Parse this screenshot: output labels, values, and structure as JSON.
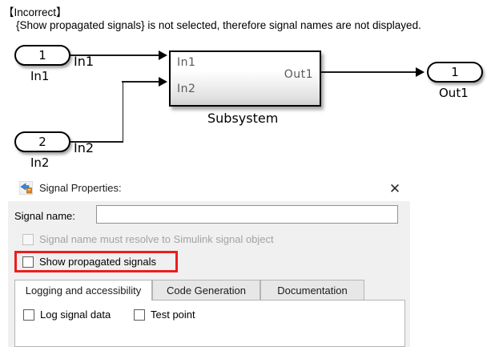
{
  "caption": {
    "heading": "【Incorrect】",
    "body": "{Show propagated signals} is not selected, therefore signal names are not displayed."
  },
  "diagram": {
    "type": "simulink-block-diagram",
    "inport1": {
      "number": "1",
      "caption": "In1",
      "signal_label": "In1"
    },
    "inport2": {
      "number": "2",
      "caption": "In2",
      "signal_label": "In2"
    },
    "subsystem": {
      "caption": "Subsystem",
      "input_ports": [
        "In1",
        "In2"
      ],
      "output_ports": [
        "Out1"
      ]
    },
    "outport1": {
      "number": "1",
      "caption": "Out1"
    }
  },
  "dialog": {
    "icon_name": "signal-properties-icon",
    "title": "Signal Properties:",
    "close_label": "✕",
    "signal_name_label": "Signal name:",
    "signal_name_value": "",
    "signal_name_placeholder": "",
    "resolve_checkbox": {
      "label": "Signal name must resolve to Simulink signal object",
      "checked": false,
      "enabled": false
    },
    "show_propagated_checkbox": {
      "label": "Show propagated signals",
      "checked": false,
      "enabled": true,
      "highlight_color": "#ee1c1c"
    },
    "tabs": [
      {
        "label": "Logging and accessibility",
        "active": true
      },
      {
        "label": "Code Generation",
        "active": false
      },
      {
        "label": "Documentation",
        "active": false
      }
    ],
    "panel": {
      "log_signal_data": {
        "label": "Log signal data",
        "checked": false
      },
      "test_point": {
        "label": "Test point",
        "checked": false
      }
    }
  }
}
